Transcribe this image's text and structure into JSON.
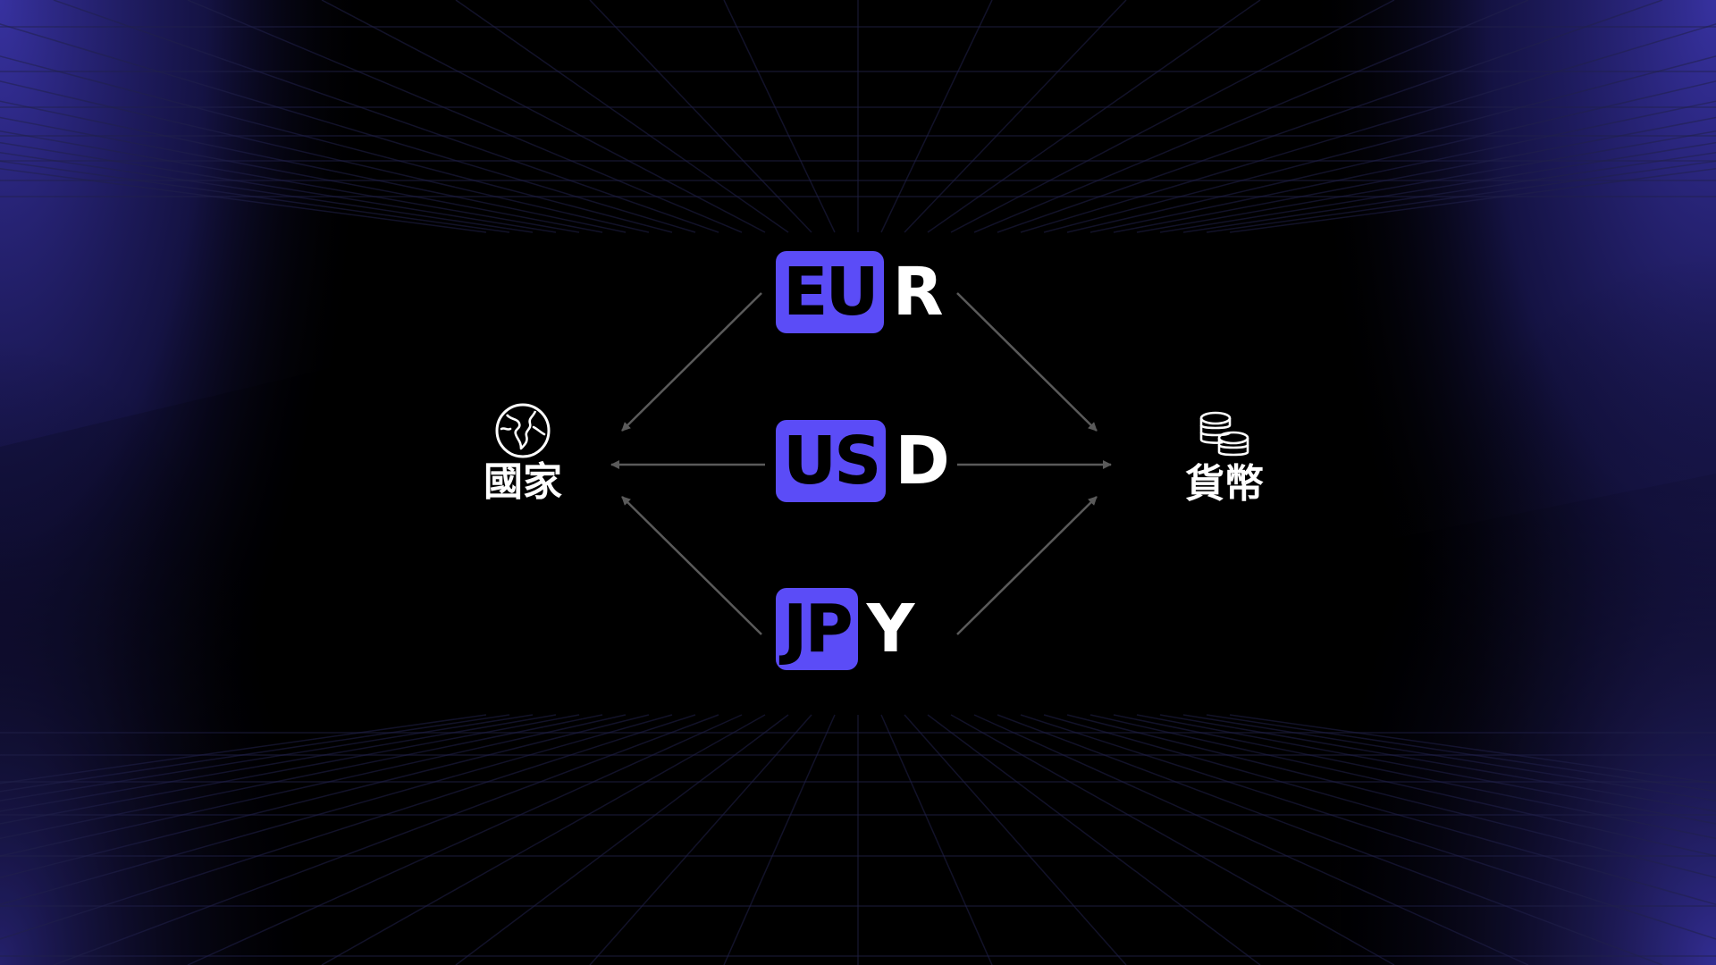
{
  "colors": {
    "background": "#000000",
    "accent": "#5b4cf7",
    "glow": "#2e2a8a",
    "arrow": "#5a5a5a",
    "text": "#ffffff"
  },
  "left_node": {
    "icon": "globe-icon",
    "label": "國家"
  },
  "right_node": {
    "icon": "coins-icon",
    "label": "貨幣"
  },
  "currencies": [
    {
      "highlight": "EU",
      "rest": "R"
    },
    {
      "highlight": "US",
      "rest": "D"
    },
    {
      "highlight": "JP",
      "rest": "Y"
    }
  ]
}
